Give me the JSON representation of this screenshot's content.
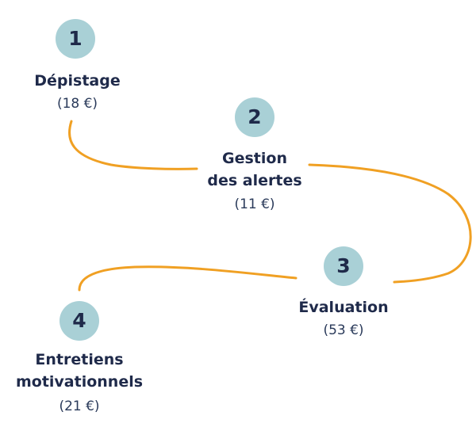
{
  "colors": {
    "badge_bg": "#a9d0d6",
    "connector": "#f0a023",
    "text": "#1f2a4a"
  },
  "steps": [
    {
      "number": "1",
      "label_lines": [
        "Dépistage"
      ],
      "cost": "(18 €)"
    },
    {
      "number": "2",
      "label_lines": [
        "Gestion",
        "des alertes"
      ],
      "cost": "(11 €)"
    },
    {
      "number": "3",
      "label_lines": [
        "Évaluation"
      ],
      "cost": "(53 €)"
    },
    {
      "number": "4",
      "label_lines": [
        "Entretiens",
        "motivationnels"
      ],
      "cost": "(21 €)"
    }
  ]
}
